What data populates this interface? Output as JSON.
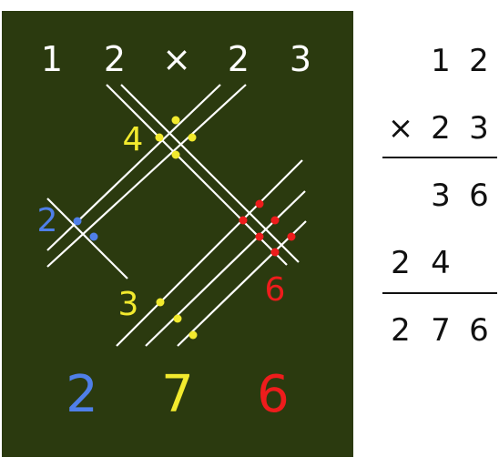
{
  "board": {
    "background": "#2b3a0f",
    "line_color": "#ffffff",
    "header": [
      "1",
      "2",
      "×",
      "2",
      "3"
    ],
    "labels": [
      {
        "text": "4",
        "color": "#f2ea2e"
      },
      {
        "text": "2",
        "color": "#4f7fe8"
      },
      {
        "text": "3",
        "color": "#f2ea2e"
      },
      {
        "text": "6",
        "color": "#ee1c1c"
      }
    ],
    "result_digits": [
      {
        "text": "2",
        "color": "#4f7fe8"
      },
      {
        "text": "7",
        "color": "#f2ea2e"
      },
      {
        "text": "6",
        "color": "#ee1c1c"
      }
    ],
    "dot_colors": {
      "top": "#f2ea2e",
      "left": "#4f7fe8",
      "bottom": "#f2ea2e",
      "right": "#ee1c1c"
    }
  },
  "calc": {
    "multiplicand": [
      "1",
      "2"
    ],
    "multiplier_row": [
      "×",
      "2",
      "3"
    ],
    "partial1": [
      "3",
      "6"
    ],
    "partial2": [
      "2",
      "4"
    ],
    "result": [
      "2",
      "7",
      "6"
    ]
  }
}
